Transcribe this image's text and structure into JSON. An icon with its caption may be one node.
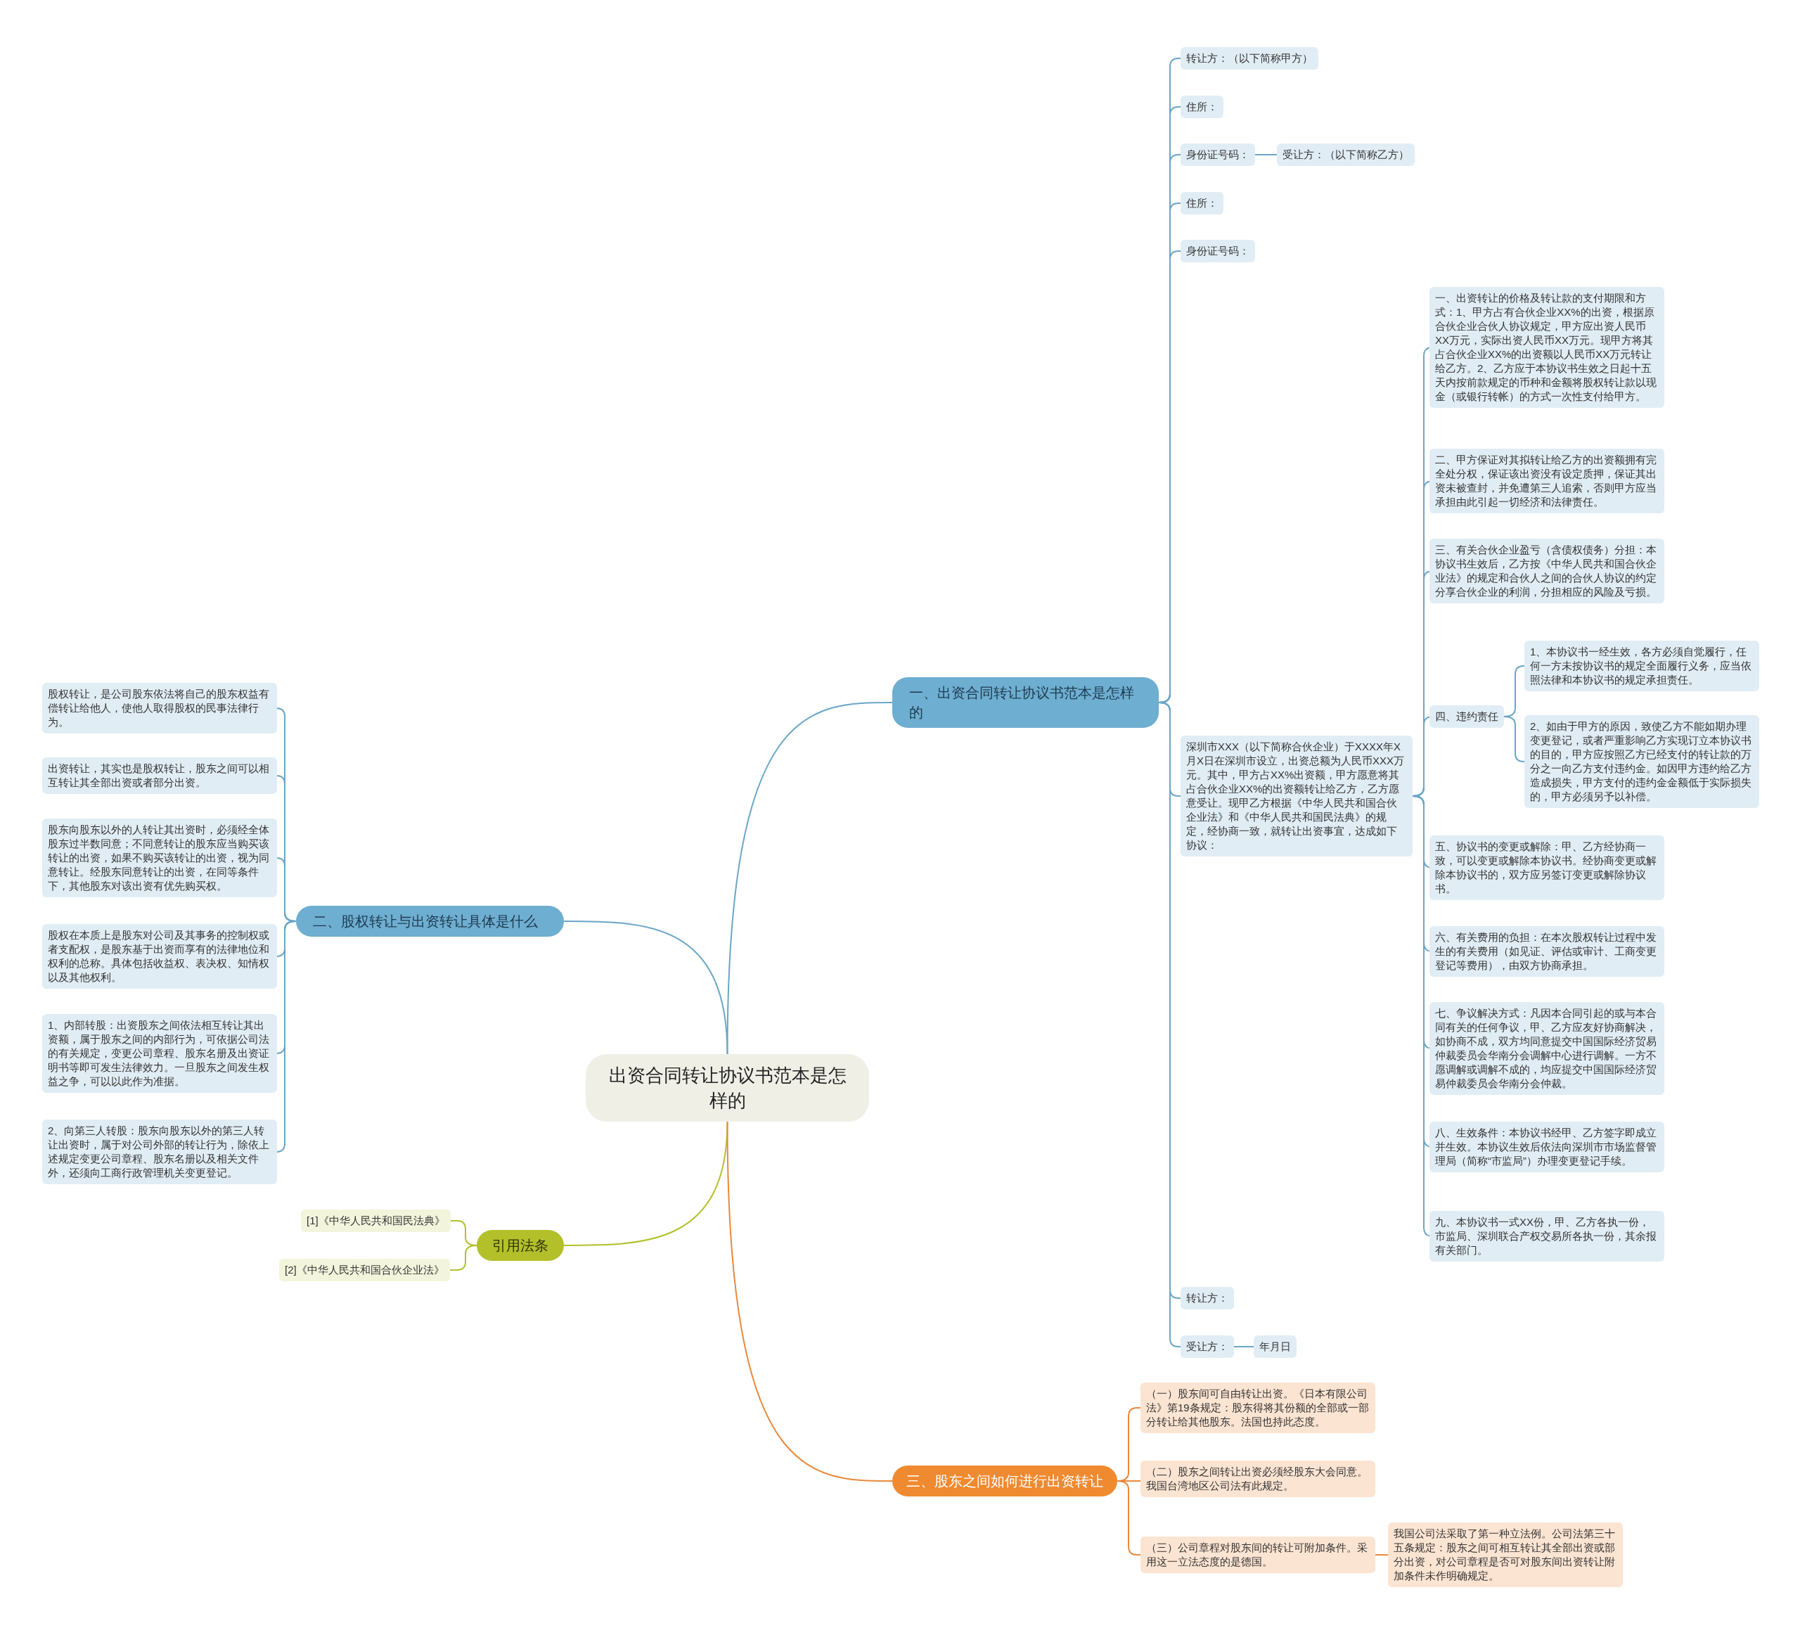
{
  "diagram": {
    "nodes": [
      {
        "text": [
          "出资合同转让协议书范本是怎样的"
        ]
      },
      {
        "text": [
          "一、出资合同转让协议书范本是怎样的"
        ]
      },
      {
        "text": [
          "转让方：（以下简称甲方）"
        ]
      },
      {
        "text": [
          "住所："
        ]
      },
      {
        "text": [
          "身份证号码："
        ]
      },
      {
        "text": [
          "受让方：（以下简称乙方）"
        ]
      },
      {
        "text": [
          "住所："
        ]
      },
      {
        "text": [
          "身份证号码："
        ]
      },
      {
        "text": [
          "深圳市XXX（以下简称合伙企业）于XXXX年X月X日在深圳市设立，出资总额为人民币XXX万元。其中，甲方占XX%出资额，甲方愿意将其占合伙企业XX%的出资额转让给乙方，乙方愿意受让。现甲乙方根据《中华人民共和国合伙企业法》和《中华人民共和国民法典》的规定，经协商一致，就转让出资事宜，达成如下协议："
        ]
      },
      {
        "text": [
          "一、出资转让的价格及转让款的支付期限和方式：1、甲方占有合伙企业XX%的出资，根据原合伙企业合伙人协议规定，甲方应出资人民币XX万元，实际出资人民币XX万元。现甲方将其占合伙企业XX%的出资额以人民币XX万元转让给乙方。2、乙方应于本协议书生效之日起十五天内按前款规定的币种和金额将股权转让款以现金（或银行转帐）的方式一次性支付给甲方。"
        ]
      },
      {
        "text": [
          "二、甲方保证对其拟转让给乙方的出资额拥有完全处分权，保证该出资没有设定质押，保证其出资未被查封，并免遭第三人追索，否则甲方应当承担由此引起一切经济和法律责任。"
        ]
      },
      {
        "text": [
          "三、有关合伙企业盈亏（含债权债务）分担：本协议书生效后，乙方按《中华人民共和国合伙企业法》的规定和合伙人之间的合伙人协议的约定分享合伙企业的利润，分担相应的风险及亏损。"
        ]
      },
      {
        "text": [
          "四、违约责任"
        ]
      },
      {
        "text": [
          "1、本协议书一经生效，各方必须自觉履行，任何一方未按协议书的规定全面履行义务，应当依照法律和本协议书的规定承担责任。"
        ]
      },
      {
        "text": [
          "2、如由于甲方的原因，致使乙方不能如期办理变更登记，或者严重影响乙方实现订立本协议书的目的，甲方应按照乙方已经支付的转让款的万分之一向乙方支付违约金。如因甲方违约给乙方造成损失，甲方支付的违约金金额低于实际损失的，甲方必须另予以补偿。"
        ]
      },
      {
        "text": [
          "五、协议书的变更或解除：甲、乙方经协商一致，可以变更或解除本协议书。经协商变更或解除本协议书的，双方应另签订变更或解除协议书。"
        ]
      },
      {
        "text": [
          "六、有关费用的负担：在本次股权转让过程中发生的有关费用（如见证、评估或审计、工商变更登记等费用），由双方协商承担。"
        ]
      },
      {
        "text": [
          "七、争议解决方式：凡因本合同引起的或与本合同有关的任何争议，甲、乙方应友好协商解决，如协商不成，双方均同意提交中国国际经济贸易仲裁委员会华南分会调解中心进行调解。一方不愿调解或调解不成的，均应提交中国国际经济贸易仲裁委员会华南分会仲裁。"
        ]
      },
      {
        "text": [
          "八、生效条件：本协议书经甲、乙方签字即成立并生效。本协议生效后依法向深圳市市场监督管理局（简称“市监局”）办理变更登记手续。"
        ]
      },
      {
        "text": [
          "九、本协议书一式XX份，甲、乙方各执一份，市监局、深圳联合产权交易所各执一份，其余报有关部门。"
        ]
      },
      {
        "text": [
          "转让方："
        ]
      },
      {
        "text": [
          "受让方："
        ]
      },
      {
        "text": [
          "年月日"
        ]
      },
      {
        "text": [
          "二、股权转让与出资转让具体是什么"
        ]
      },
      {
        "text": [
          "股权转让，是公司股东依法将自己的股东权益有偿转让给他人，使他人取得股权的民事法律行为。"
        ]
      },
      {
        "text": [
          "出资转让，其实也是股权转让，股东之间可以相互转让其全部出资或者部分出资。"
        ]
      },
      {
        "text": [
          "股东向股东以外的人转让其出资时，必须经全体股东过半数同意；不同意转让的股东应当购买该转让的出资，如果不购买该转让的出资，视为同意转让。经股东同意转让的出资，在同等条件下，其他股东对该出资有优先购买权。"
        ]
      },
      {
        "text": [
          "股权在本质上是股东对公司及其事务的控制权或者支配权，是股东基于出资而享有的法律地位和权利的总称。具体包括收益权、表决权、知情权以及其他权利。"
        ]
      },
      {
        "text": [
          "1、内部转股：出资股东之间依法相互转让其出资额，属于股东之间的内部行为，可依据公司法的有关规定，变更公司章程、股东名册及出资证明书等即可发生法律效力。一旦股东之间发生权益之争，可以以此作为准据。"
        ]
      },
      {
        "text": [
          "2、向第三人转股：股东向股东以外的第三人转让出资时，属于对公司外部的转让行为，除依上述规定变更公司章程、股东名册以及相关文件外，还须向工商行政管理机关变更登记。"
        ]
      },
      {
        "text": [
          "引用法条"
        ]
      },
      {
        "text": [
          "[1]《中华人民共和国民法典》"
        ]
      },
      {
        "text": [
          "[2]《中华人民共和国合伙企业法》"
        ]
      },
      {
        "text": [
          "三、股东之间如何进行出资转让"
        ]
      },
      {
        "text": [
          "（一）股东间可自由转让出资。《日本有限公司法》第19条规定：股东得将其份额的全部或一部分转让给其他股东。法国也持此态度。"
        ]
      },
      {
        "text": [
          "（二）股东之间转让出资必须经股东大会同意。我国台湾地区公司法有此规定。"
        ]
      },
      {
        "text": [
          "（三）公司章程对股东间的转让可附加条件。采用这一立法态度的是德国。"
        ]
      },
      {
        "text": [
          "我国公司法采取了第一种立法例。公司法第三十五条规定：股东之间可相互转让其全部出资或部分出资，对公司章程是否可对股东间出资转让附加条件未作明确规定。"
        ]
      }
    ],
    "edges": [
      {
        "from": 0,
        "to": 1,
        "arrow": "none"
      },
      {
        "from": 1,
        "to": 2,
        "arrow": "none"
      },
      {
        "from": 1,
        "to": 3,
        "arrow": "none"
      },
      {
        "from": 1,
        "to": 4,
        "arrow": "none"
      },
      {
        "from": 4,
        "to": 5,
        "arrow": "none"
      },
      {
        "from": 1,
        "to": 6,
        "arrow": "none"
      },
      {
        "from": 1,
        "to": 7,
        "arrow": "none"
      },
      {
        "from": 1,
        "to": 8,
        "arrow": "none"
      },
      {
        "from": 8,
        "to": 9,
        "arrow": "none"
      },
      {
        "from": 8,
        "to": 10,
        "arrow": "none"
      },
      {
        "from": 8,
        "to": 11,
        "arrow": "none"
      },
      {
        "from": 8,
        "to": 12,
        "arrow": "none"
      },
      {
        "from": 12,
        "to": 13,
        "arrow": "none"
      },
      {
        "from": 12,
        "to": 14,
        "arrow": "none"
      },
      {
        "from": 8,
        "to": 15,
        "arrow": "none"
      },
      {
        "from": 8,
        "to": 16,
        "arrow": "none"
      },
      {
        "from": 8,
        "to": 17,
        "arrow": "none"
      },
      {
        "from": 8,
        "to": 18,
        "arrow": "none"
      },
      {
        "from": 8,
        "to": 19,
        "arrow": "none"
      },
      {
        "from": 1,
        "to": 20,
        "arrow": "none"
      },
      {
        "from": 1,
        "to": 21,
        "arrow": "none"
      },
      {
        "from": 21,
        "to": 22,
        "arrow": "none"
      },
      {
        "from": 0,
        "to": 23,
        "arrow": "none"
      },
      {
        "from": 23,
        "to": 24,
        "arrow": "none"
      },
      {
        "from": 23,
        "to": 25,
        "arrow": "none"
      },
      {
        "from": 23,
        "to": 26,
        "arrow": "none"
      },
      {
        "from": 23,
        "to": 27,
        "arrow": "none"
      },
      {
        "from": 23,
        "to": 28,
        "arrow": "none"
      },
      {
        "from": 23,
        "to": 29,
        "arrow": "none"
      },
      {
        "from": 0,
        "to": 30,
        "arrow": "none",
        "color": "#b3c02a"
      },
      {
        "from": 30,
        "to": 31,
        "arrow": "none",
        "color": "#b3c02a"
      },
      {
        "from": 30,
        "to": 32,
        "arrow": "none",
        "color": "#b3c02a"
      },
      {
        "from": 0,
        "to": 33,
        "arrow": "none",
        "color": "#e8893a"
      },
      {
        "from": 33,
        "to": 34,
        "arrow": "none",
        "color": "#e8893a"
      },
      {
        "from": 33,
        "to": 35,
        "arrow": "none",
        "color": "#e8893a"
      },
      {
        "from": 33,
        "to": 36,
        "arrow": "none",
        "color": "#e8893a"
      },
      {
        "from": 36,
        "to": 37,
        "arrow": "none",
        "color": "#e8893a"
      }
    ]
  }
}
